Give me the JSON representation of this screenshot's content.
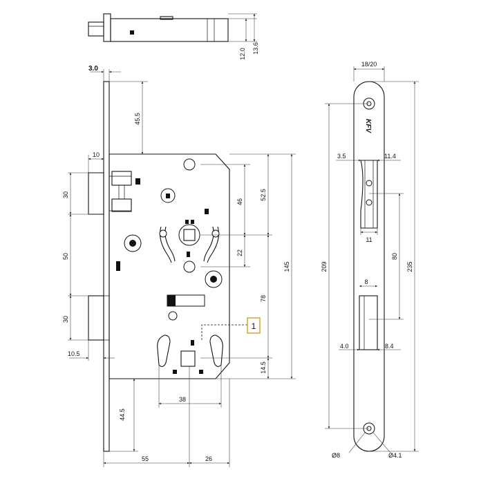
{
  "dimensions": {
    "top_view": [
      "12.0",
      "13.6"
    ],
    "front_plate": "3.0",
    "front_left": [
      "10",
      "30",
      "50",
      "30",
      "10.5",
      "44.5"
    ],
    "front_bottom": [
      "55",
      "26"
    ],
    "front_mid": [
      "38"
    ],
    "front_right": [
      "45.5",
      "46",
      "52.5",
      "22",
      "145",
      "78",
      "14.5"
    ],
    "side_view": [
      "18/20",
      "3.5",
      "11.4",
      "11",
      "80",
      "209",
      "235",
      "8",
      "4.0",
      "8.4",
      "Ø8",
      "Ø4.1"
    ]
  },
  "brand": "KFV",
  "callout": "1"
}
